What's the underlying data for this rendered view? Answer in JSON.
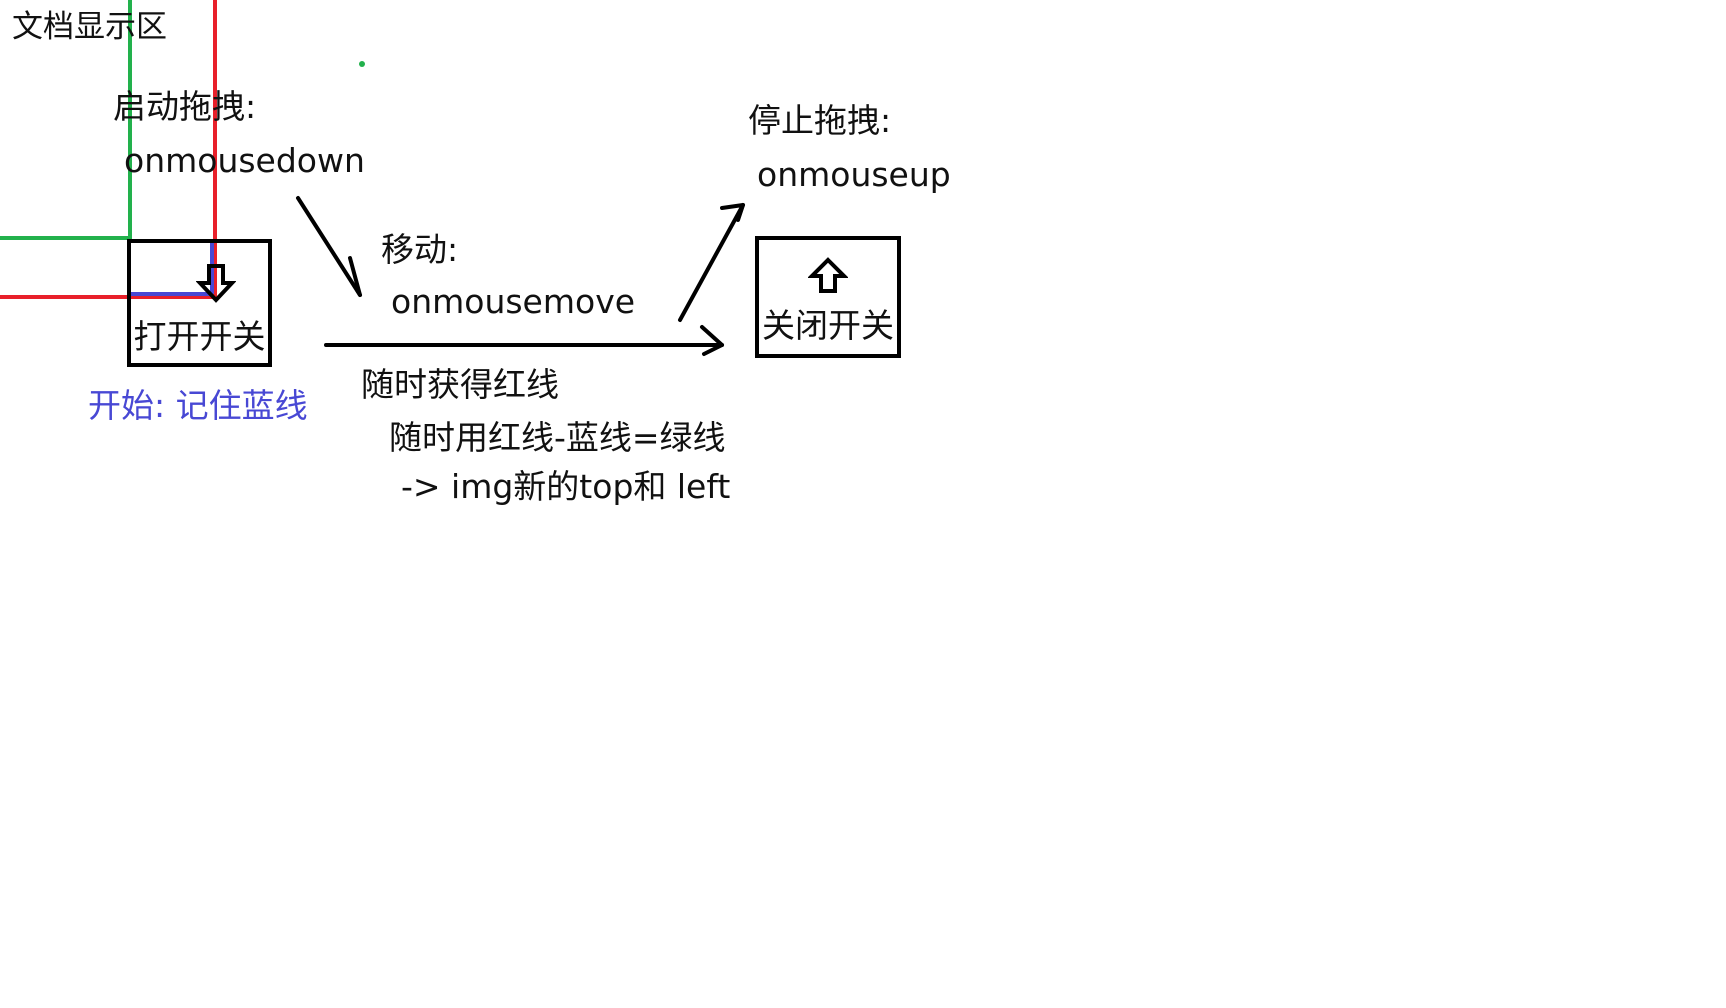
{
  "doc_area_label": "文档显示区",
  "start": {
    "title": "启动拖拽:",
    "event": "onmousedown",
    "note": "开始: 记住蓝线"
  },
  "move": {
    "title": "移动:",
    "event": "onmousemove",
    "notes": [
      "随时获得红线",
      "随时用红线-蓝线=绿线",
      "-> img新的top和 left"
    ]
  },
  "stop": {
    "title": "停止拖拽:",
    "event": "onmouseup"
  },
  "switches": {
    "on_label": "打开开关",
    "on_icon": "down-arrow-icon",
    "off_label": "关闭开关",
    "off_icon": "up-arrow-icon"
  },
  "colors": {
    "red_line": "#e8202a",
    "green_line": "#22b14c",
    "blue_line": "#4848d4",
    "ink": "#111111"
  }
}
